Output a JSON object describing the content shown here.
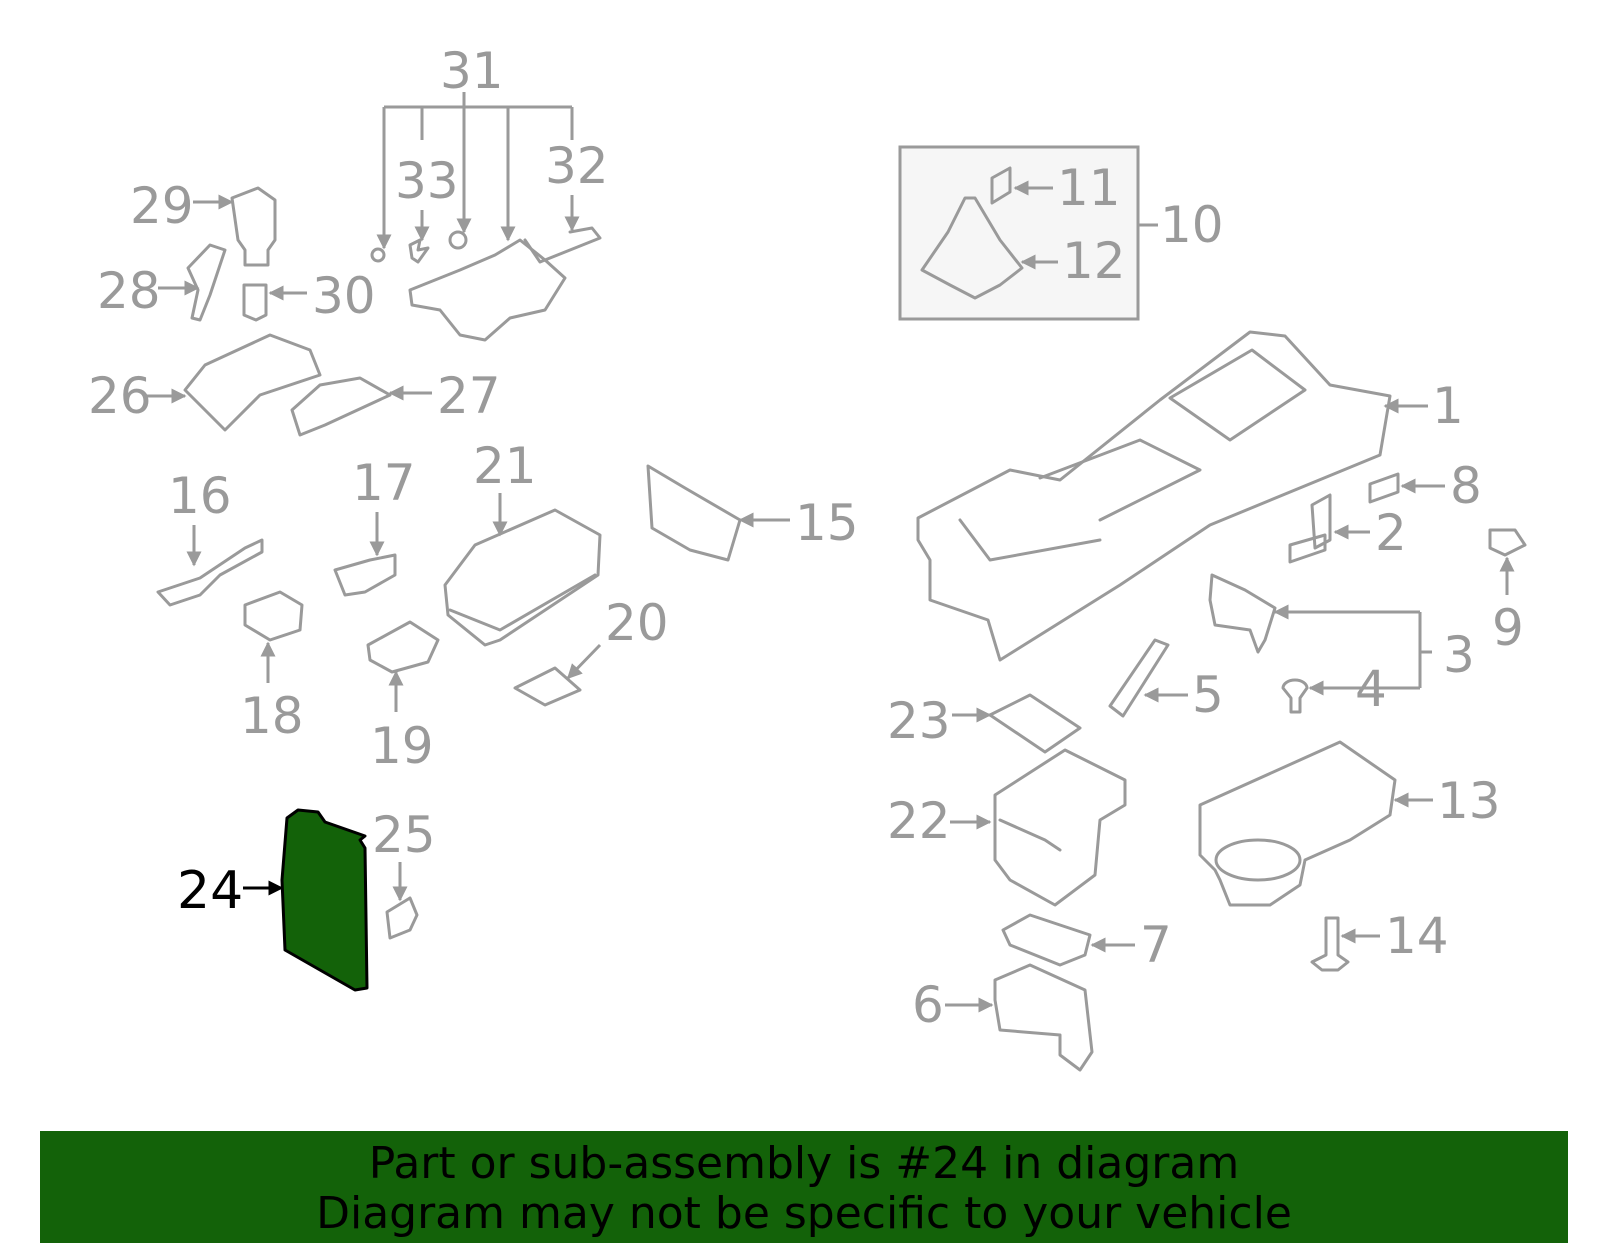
{
  "highlight": {
    "part_number": "24",
    "fill_color": "#136209"
  },
  "labels": {
    "p1": "1",
    "p2": "2",
    "p3": "3",
    "p4": "4",
    "p5": "5",
    "p6": "6",
    "p7": "7",
    "p8": "8",
    "p9": "9",
    "p10": "10",
    "p11": "11",
    "p12": "12",
    "p13": "13",
    "p14": "14",
    "p15": "15",
    "p16": "16",
    "p17": "17",
    "p18": "18",
    "p19": "19",
    "p20": "20",
    "p21": "21",
    "p22": "22",
    "p23": "23",
    "p24": "24",
    "p25": "25",
    "p26": "26",
    "p27": "27",
    "p28": "28",
    "p29": "29",
    "p30": "30",
    "p31": "31",
    "p32": "32",
    "p33": "33"
  },
  "banner": {
    "line1": "Part or sub-assembly is #24 in diagram",
    "line2": "Diagram may not be specific to your vehicle",
    "background": "#136209"
  },
  "colors": {
    "line_art": "#9a9a9a"
  }
}
